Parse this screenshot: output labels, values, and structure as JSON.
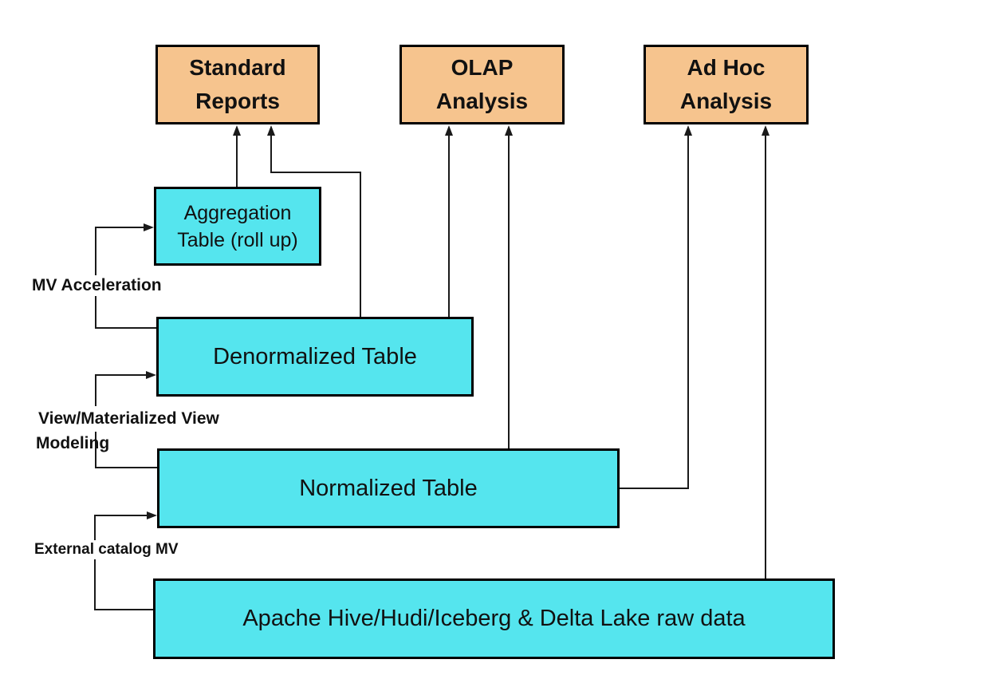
{
  "diagram": {
    "kind": "data-warehouse-modeling-flow",
    "colors": {
      "consumer_box_fill": "#F6C48E",
      "table_box_fill": "#55E5EE",
      "box_border": "#000000",
      "line": "#1a1a1a",
      "background": "#ffffff"
    },
    "nodes": {
      "standard_reports": {
        "line1": "Standard",
        "line2": "Reports"
      },
      "olap": {
        "line1": "OLAP",
        "line2": "Analysis"
      },
      "adhoc": {
        "line1": "Ad Hoc",
        "line2": "Analysis"
      },
      "aggregation": {
        "line1": "Aggregation",
        "line2": "Table (roll up)"
      },
      "denormalized": {
        "label": "Denormalized Table"
      },
      "normalized": {
        "label": "Normalized Table"
      },
      "raw": {
        "label": "Apache Hive/Hudi/Iceberg & Delta Lake raw data"
      }
    },
    "edge_labels": {
      "mv_acceleration": "MV Acceleration",
      "view_modeling_line1": "View/Materialized View",
      "view_modeling_line2": "Modeling",
      "external_catalog": "External catalog MV"
    },
    "edges": [
      {
        "from": "Aggregation Table (roll up)",
        "to": "Standard Reports",
        "label": ""
      },
      {
        "from": "Denormalized Table",
        "to": "Standard Reports",
        "label": ""
      },
      {
        "from": "Denormalized Table",
        "to": "OLAP Analysis",
        "label": ""
      },
      {
        "from": "Normalized Table",
        "to": "OLAP Analysis",
        "label": ""
      },
      {
        "from": "Normalized Table",
        "to": "Ad Hoc Analysis",
        "label": ""
      },
      {
        "from": "Apache Hive/Hudi/Iceberg & Delta Lake raw data",
        "to": "Ad Hoc Analysis",
        "label": ""
      },
      {
        "from": "Denormalized Table",
        "to": "Aggregation Table (roll up)",
        "label": "MV Acceleration"
      },
      {
        "from": "Normalized Table",
        "to": "Denormalized Table",
        "label": "View/Materialized View Modeling"
      },
      {
        "from": "Apache Hive/Hudi/Iceberg & Delta Lake raw data",
        "to": "Normalized Table",
        "label": "External catalog MV"
      }
    ]
  }
}
